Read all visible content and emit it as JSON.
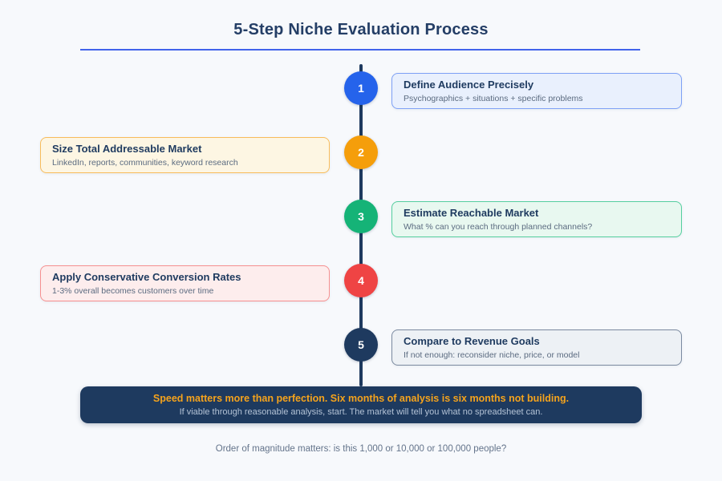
{
  "title": "5-Step Niche Evaluation Process",
  "steps": [
    {
      "num": "1",
      "side": "right",
      "title": "Define Audience Precisely",
      "subtitle": "Psychographics + situations + specific problems",
      "accent": "#2563eb",
      "border": "#7ea0f5",
      "card_bg": "#e9f0fd"
    },
    {
      "num": "2",
      "side": "left",
      "title": "Size Total Addressable Market",
      "subtitle": "LinkedIn, reports, communities, keyword research",
      "accent": "#f59e0b",
      "border": "#f8bc5b",
      "card_bg": "#fdf6e3"
    },
    {
      "num": "3",
      "side": "right",
      "title": "Estimate Reachable Market",
      "subtitle": "What % can you reach through planned channels?",
      "accent": "#15b377",
      "border": "#55cf9f",
      "card_bg": "#e8f8f0"
    },
    {
      "num": "4",
      "side": "left",
      "title": "Apply Conservative Conversion Rates",
      "subtitle": "1-3% overall becomes customers over time",
      "accent": "#ef4444",
      "border": "#f69090",
      "card_bg": "#fdeded"
    },
    {
      "num": "5",
      "side": "right",
      "title": "Compare to Revenue Goals",
      "subtitle": "If not enough: reconsider niche, price, or model",
      "accent": "#1e3a5f",
      "border": "#7b8aa0",
      "card_bg": "#edf1f5"
    }
  ],
  "banner": {
    "headline": "Speed matters more than perfection. Six months of analysis is six months not building.",
    "subtext": "If viable through reasonable analysis, start. The market will tell you what no spreadsheet can."
  },
  "footer_note": "Order of magnitude matters: is this 1,000 or 10,000 or 100,000 people?",
  "colors": {
    "background": "#f7f9fc",
    "title": "#243e66",
    "underline": "#4263eb",
    "timeline": "#1e3a5f",
    "card_title": "#1e3a5f",
    "card_subtitle": "#5b6b80",
    "banner_bg": "#1e3a5f",
    "banner_headline": "#f5a31c",
    "banner_subtext": "#b4c3d6",
    "footer": "#64748b"
  }
}
